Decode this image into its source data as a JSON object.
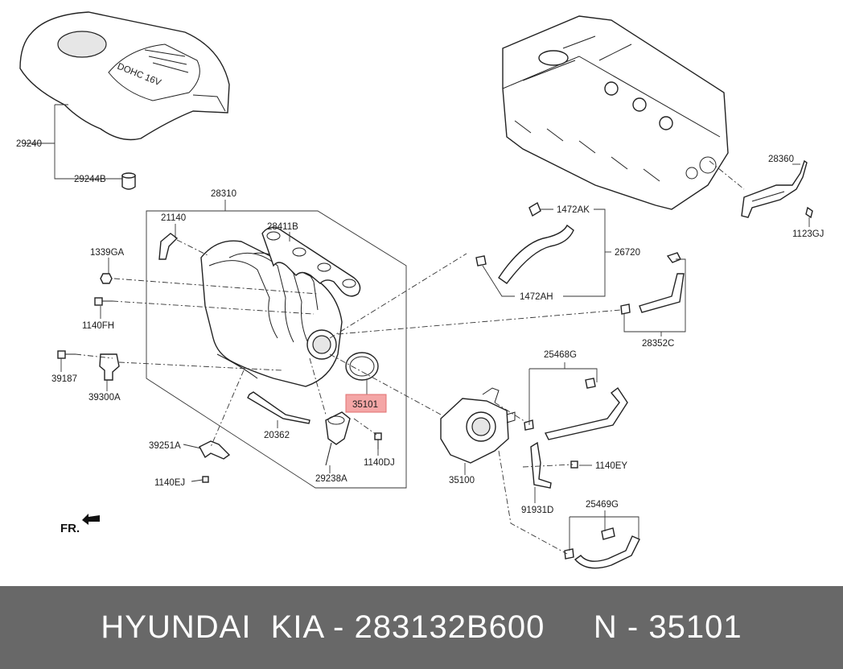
{
  "labels": {
    "p29240": "29240",
    "p29244b": "29244B",
    "p28310": "28310",
    "p21140": "21140",
    "p28411b": "28411B",
    "p1339ga": "1339GA",
    "p1140fh": "1140FH",
    "p39187": "39187",
    "p39300a": "39300A",
    "p39251a": "39251A",
    "p1140ej": "1140EJ",
    "p20362": "20362",
    "p29238a": "29238A",
    "p1140dj": "1140DJ",
    "p35101": "35101",
    "p35100": "35100",
    "p1472ak": "1472AK",
    "p1472ah": "1472AH",
    "p26720": "26720",
    "p28352c": "28352C",
    "p28360": "28360",
    "p1123gj": "1123GJ",
    "p25468g": "25468G",
    "p1140ey": "1140EY",
    "p91931d": "91931D",
    "p25469g": "25469G",
    "cover_text": "DOHC 16V",
    "front": "FR."
  },
  "highlight_color": "#f4a6a6",
  "footer": {
    "text": "HYUNDAI  KIA - 283132B600     N - 35101"
  }
}
